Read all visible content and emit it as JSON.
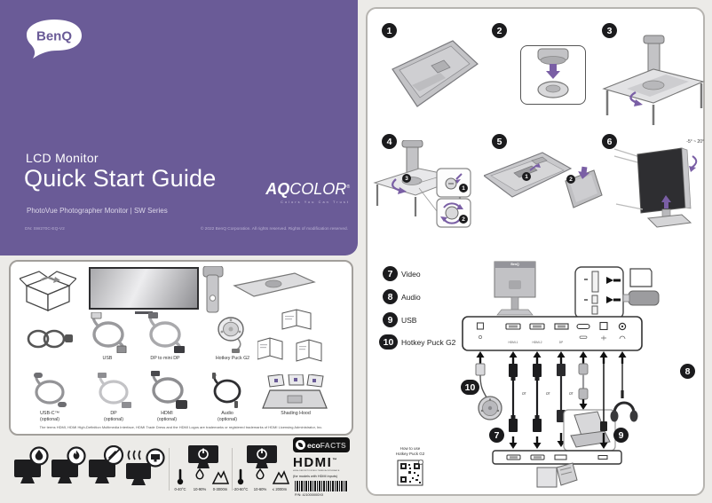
{
  "brand": {
    "name": "BenQ"
  },
  "cover": {
    "product": "LCD Monitor",
    "title": "Quick Start Guide",
    "subtitle": "PhotoVue Photographer Monitor   |   SW Series",
    "aq_bold": "AQ",
    "aq_light": "COLOR",
    "aq_reg": "®",
    "aq_tagline": "Colors You Can Trust",
    "doc_number": "DN: SW270C-EQ-V2",
    "copyright": "© 2022 BenQ Corporation. All rights reserved. Rights of modification reserved.",
    "purple": "#6a5b97"
  },
  "package": {
    "labels": {
      "usb": "USB",
      "dp_mini": "DP to mini DP",
      "puck": "Hotkey Puck G2"
    },
    "optional": [
      {
        "line1": "USB-C™",
        "line2": "(optional)"
      },
      {
        "line1": "DP",
        "line2": "(optional)"
      },
      {
        "line1": "HDMI",
        "line2": "(optional)"
      },
      {
        "line1": "Audio",
        "line2": "(optional)"
      },
      {
        "line1": "Shading Hood",
        "line2": ""
      }
    ],
    "disclaimer": "The terms HDMI, HDMI High-Definition Multimedia Interface, HDMI Trade Dress and the HDMI Logos are trademarks or registered trademarks of HDMI Licensing Administrator, Inc."
  },
  "compliance": {
    "operating": {
      "temp": "0-40°C",
      "humidity": "10-90%",
      "altitude": "0-3000m"
    },
    "storage": {
      "temp": "-20-60°C",
      "humidity": "10-60%",
      "altitude": "≤ 2000m"
    },
    "eco_bold": "eco",
    "eco_light": "FACTS",
    "hdmi_logo": "HDMI",
    "hdmi_tm": "™",
    "hdmi_sub": "HIGH-DEFINITION MULTIMEDIA INTERFACE",
    "hdmi_note": "(for models with HDMI inputs)",
    "part_number": "P/N: 4J1000000XX"
  },
  "steps": {
    "badges": [
      "1",
      "2",
      "3",
      "4",
      "5",
      "6"
    ],
    "sub4": [
      "1",
      "2",
      "3"
    ],
    "sub5": [
      "1",
      "2"
    ],
    "tilt": "-5° ~ 20°"
  },
  "connect": {
    "legend": [
      {
        "num": "7",
        "label": "Video"
      },
      {
        "num": "8",
        "label": "Audio"
      },
      {
        "num": "9",
        "label": "USB"
      },
      {
        "num": "10",
        "label": "Hotkey Puck G2"
      }
    ],
    "ports": {
      "hdmi1": "HDMI-1",
      "hdmi2": "HDMI-2",
      "dp": "DP"
    },
    "or": "or",
    "monitor_brand": "BenQ",
    "qr_line1": "How to use",
    "qr_line2": "Hotkey Puck G2"
  }
}
